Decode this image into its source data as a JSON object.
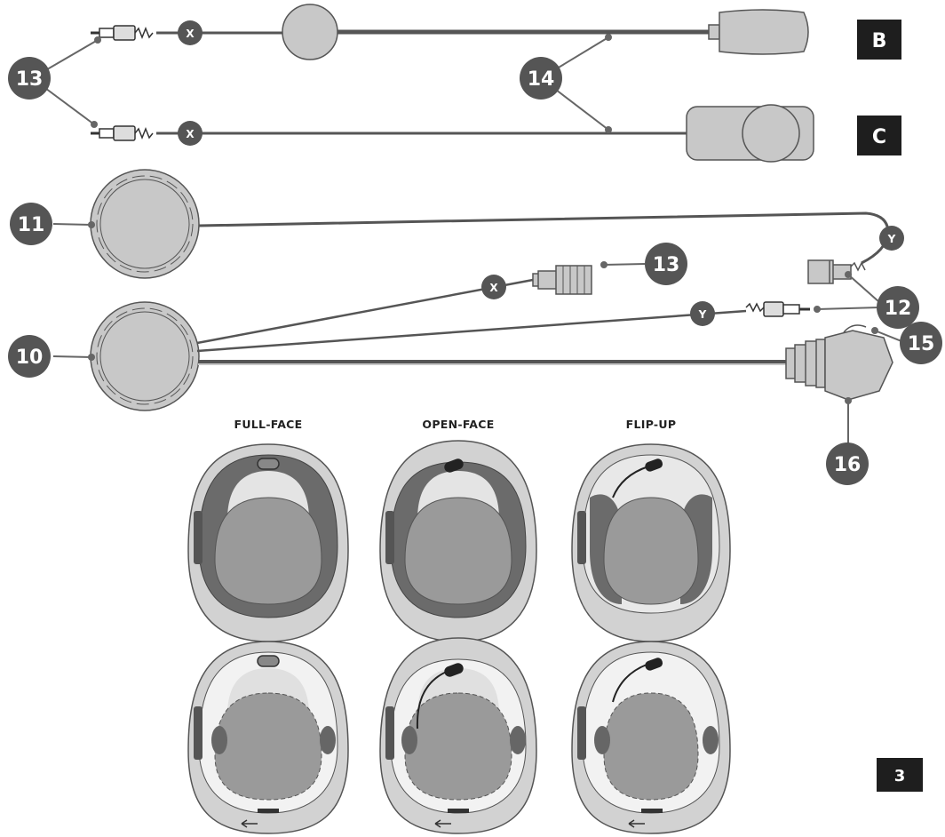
{
  "colors": {
    "callout": "#555555",
    "label_square": "#1e1e1e",
    "part_fill": "#c8c8c8",
    "pad_dark": "#6b6b6b",
    "pad_mid": "#9a9a9a",
    "helmet_shell": "#d2d2d2"
  },
  "variants": {
    "b": "B",
    "c": "C"
  },
  "callouts": {
    "n10": "10",
    "n11": "11",
    "n12": "12",
    "n13a": "13",
    "n13b": "13",
    "n14": "14",
    "n15": "15",
    "n16": "16"
  },
  "connectors": {
    "x1": "X",
    "x2": "X",
    "x3": "X",
    "y1": "Y",
    "y2": "Y"
  },
  "helmets": {
    "full_face": "FULL-FACE",
    "open_face": "OPEN-FACE",
    "flip_up": "FLIP-UP"
  },
  "page_number": "3"
}
